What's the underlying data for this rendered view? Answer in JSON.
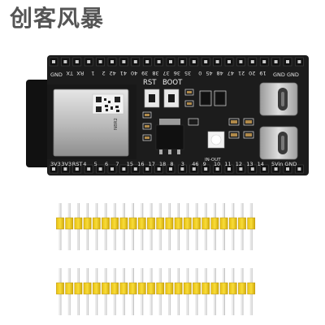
{
  "brand": {
    "name": "创客风暴"
  },
  "board": {
    "top_pins": [
      "TX",
      "RX",
      "1",
      "2",
      "42",
      "41",
      "40",
      "39",
      "38",
      "37",
      "36",
      "35",
      "0",
      "45",
      "48",
      "47",
      "21",
      "20",
      "19"
    ],
    "top_left": "GND",
    "top_right": "GND GND",
    "bottom_pins": [
      "3V3",
      "3V3",
      "RST",
      "4",
      "5",
      "6",
      "7",
      "15",
      "16",
      "17",
      "18",
      "8",
      "3",
      "46",
      "9",
      "10",
      "11",
      "12",
      "13",
      "14"
    ],
    "bottom_right": "5Vin GND",
    "rst_label": "RST",
    "boot_label": "BOOT",
    "module_text": "N8R2",
    "in_out_label": "IN-OUT"
  },
  "colors": {
    "pcb": "#1c1c1c",
    "pin": "#e8c010",
    "header_plastic": "#f5d31c",
    "metal": "#c0c0c0"
  }
}
